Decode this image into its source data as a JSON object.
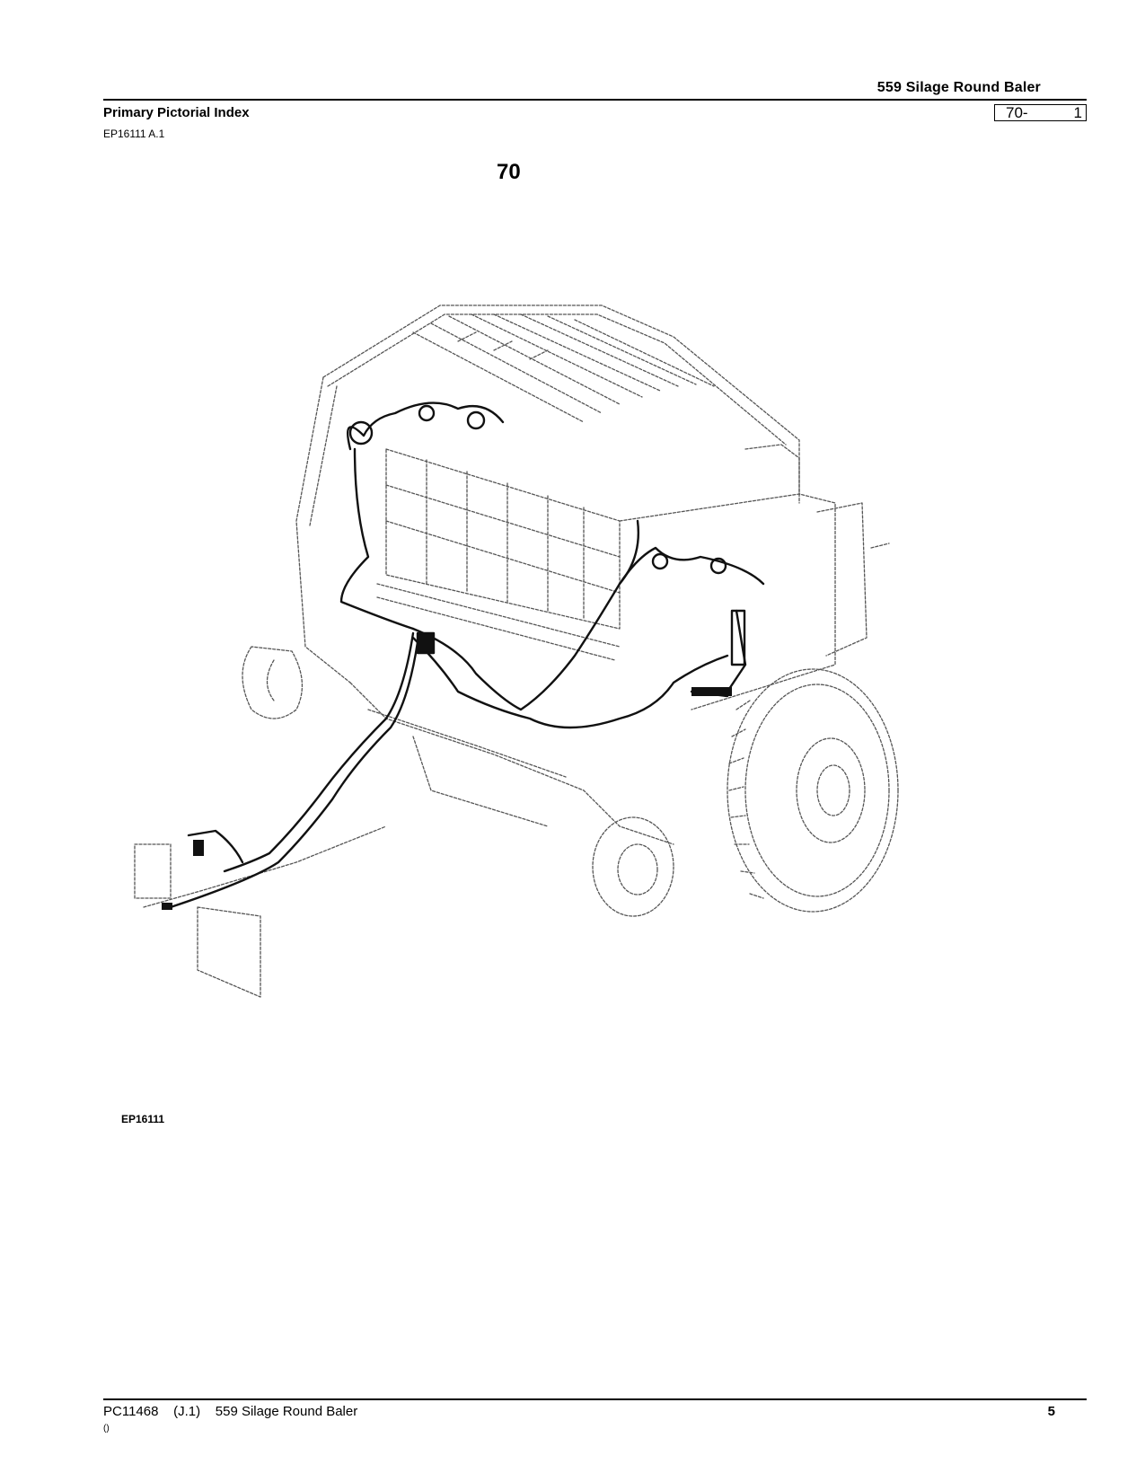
{
  "header": {
    "manual_title": "559 Silage Round Baler",
    "section_title": "Primary Pictorial Index",
    "page_group": "70-",
    "page_number": "1",
    "illustration_code": "EP16111 A.1"
  },
  "body": {
    "group_number": "70",
    "illustration_label": "EP16111",
    "illustration_icon": "baler-wiring-harness-illustration"
  },
  "footer": {
    "text": "PC11468    (J.1)    559 Silage Round Baler",
    "page": "5",
    "sub": "()"
  }
}
